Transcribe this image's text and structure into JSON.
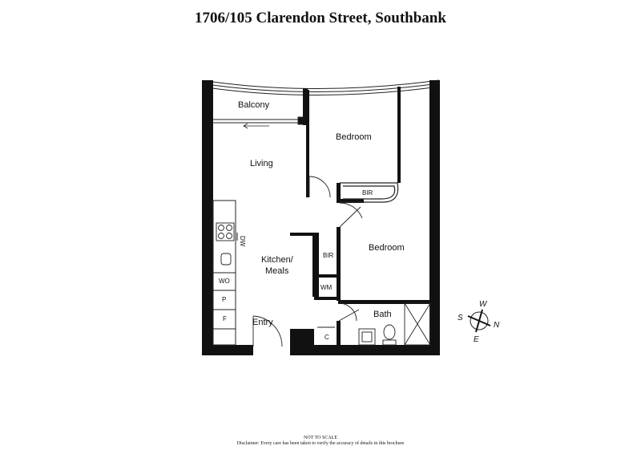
{
  "title": "1706/105 Clarendon Street, Southbank",
  "rooms": {
    "balcony": "Balcony",
    "living": "Living",
    "bedroom1": "Bedroom",
    "bir1": "BIR",
    "bedroom2": "Bedroom",
    "bir2": "BIR",
    "kitchen1": "Kitchen/",
    "kitchen2": "Meals",
    "wm": "WM",
    "bath": "Bath",
    "entry": "Entry",
    "c": "C",
    "wo": "WO",
    "p": "P",
    "f": "F",
    "dw": "DW"
  },
  "compass": {
    "n": "N",
    "s": "S",
    "e": "E",
    "w": "W"
  },
  "footer": {
    "scale": "NOT TO SCALE",
    "disclaimer": "Disclaimer: Every care has been taken to verify the accuracy of details in this brochure"
  }
}
